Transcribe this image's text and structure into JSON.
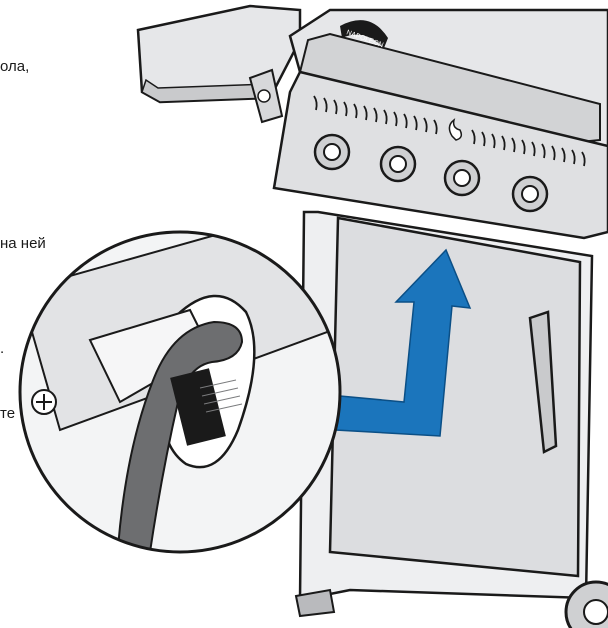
{
  "instruction_text": {
    "line_1": "ола,",
    "line_2": "на ней",
    "line_3": ".",
    "line_4": "те"
  },
  "logo": {
    "brand": "NAPOLEON",
    "icon": "flame-logo-icon"
  },
  "colors": {
    "arrow": "#1b75bc",
    "grill_body": "#e3e4e6",
    "outline": "#1a1a1a",
    "brush": "#6d6e70"
  }
}
